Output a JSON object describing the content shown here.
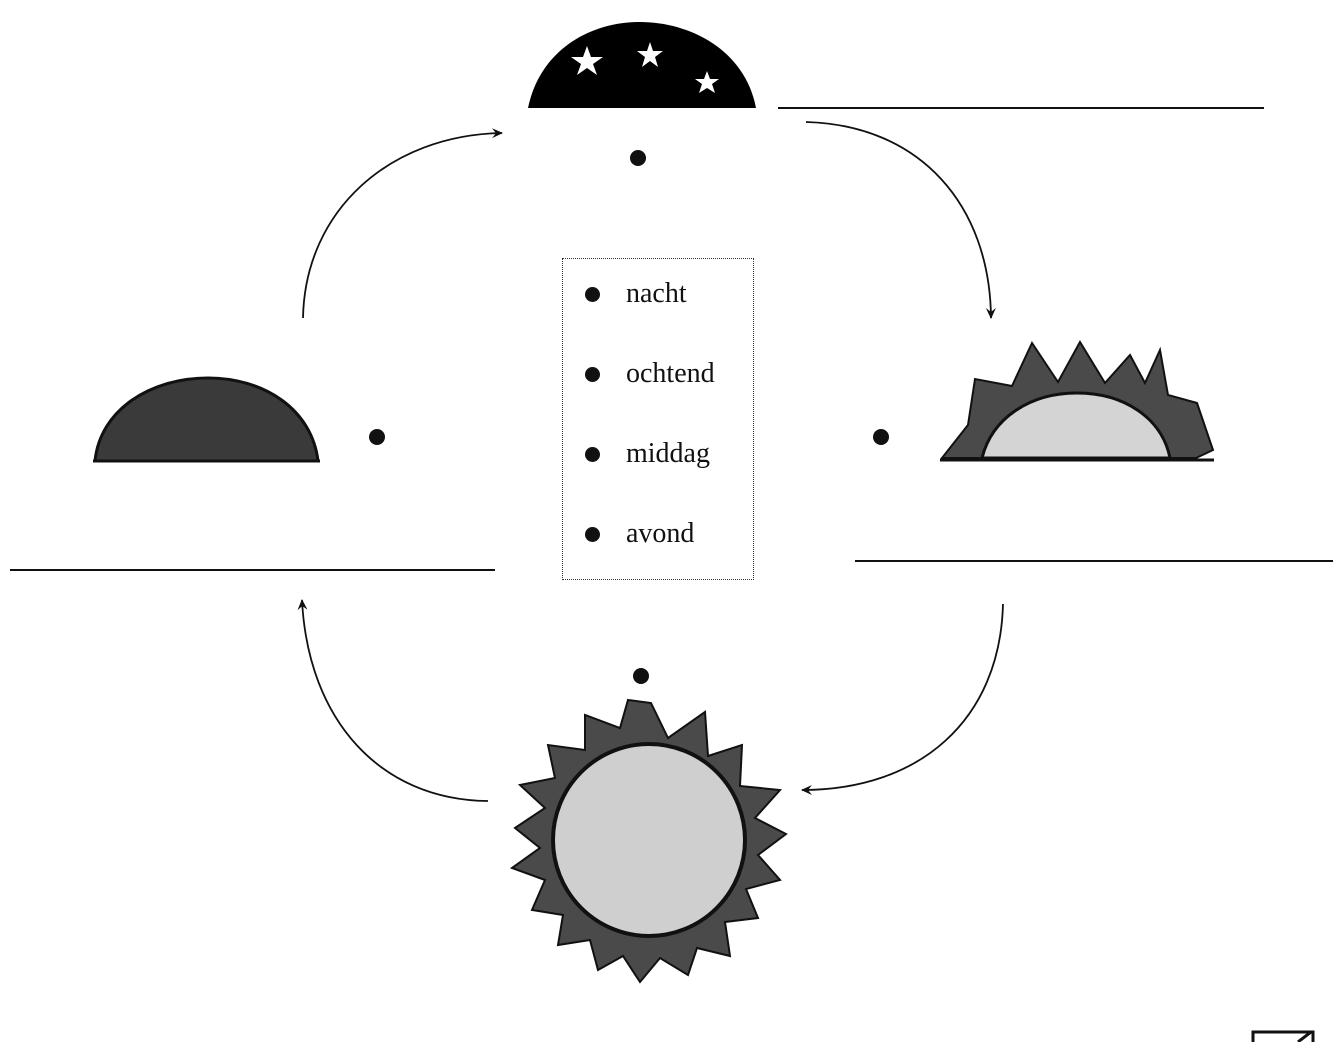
{
  "word_box": {
    "items": [
      "nacht",
      "ochtend",
      "middag",
      "avond"
    ]
  },
  "colors": {
    "ink": "#111111",
    "sun_fill": "#cfcfcf",
    "sun_rays": "#4a4a4a",
    "setting_sun": "#3a3a3a",
    "night_sky": "#000000"
  },
  "icons": [
    "night-sky-icon",
    "rising-sun-icon",
    "full-sun-icon",
    "setting-sun-icon"
  ]
}
